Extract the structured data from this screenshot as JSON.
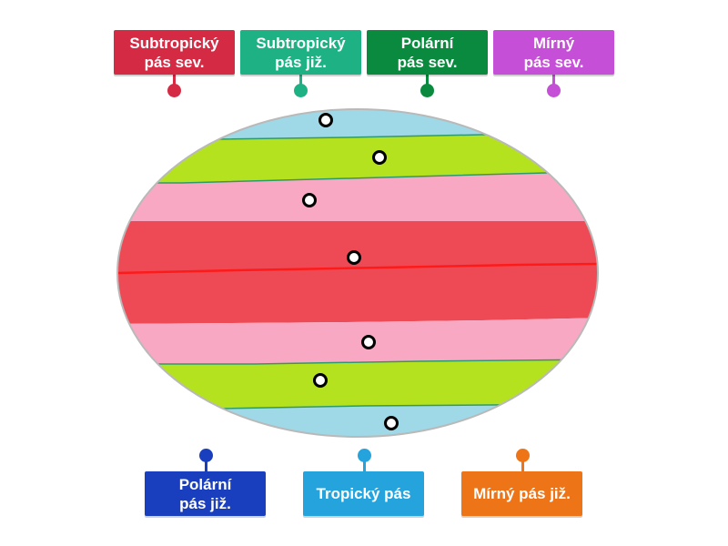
{
  "labels": [
    {
      "id": "subtropicky-pas-sev",
      "text": "Subtropický\npás sev.",
      "color": "#d42a44"
    },
    {
      "id": "subtropicky-pas-jiz",
      "text": "Subtropický\npás již.",
      "color": "#1db184"
    },
    {
      "id": "polarni-pas-sev",
      "text": "Polární\npás sev.",
      "color": "#0a8a3e"
    },
    {
      "id": "mirny-pas-sev",
      "text": "Mírný\npás sev.",
      "color": "#c54fd6"
    },
    {
      "id": "polarni-pas-jiz",
      "text": "Polární\npás již.",
      "color": "#1a3fbe"
    },
    {
      "id": "tropicky-pas",
      "text": "Tropický pás",
      "color": "#25a3dd"
    },
    {
      "id": "mirny-pas-jiz",
      "text": "Mírný pás již.",
      "color": "#ee7418"
    }
  ],
  "zones": [
    {
      "name": "polar-north",
      "color": "#9fd9e8"
    },
    {
      "name": "temperate-north",
      "color": "#b5e21f"
    },
    {
      "name": "subtropical-north",
      "color": "#f9a8c3"
    },
    {
      "name": "tropical",
      "color": "#ee4a55"
    },
    {
      "name": "subtropical-south",
      "color": "#f9a8c3"
    },
    {
      "name": "temperate-south",
      "color": "#b5e21f"
    },
    {
      "name": "polar-south",
      "color": "#9fd9e8"
    }
  ],
  "equator_color": "#ff1a1a"
}
